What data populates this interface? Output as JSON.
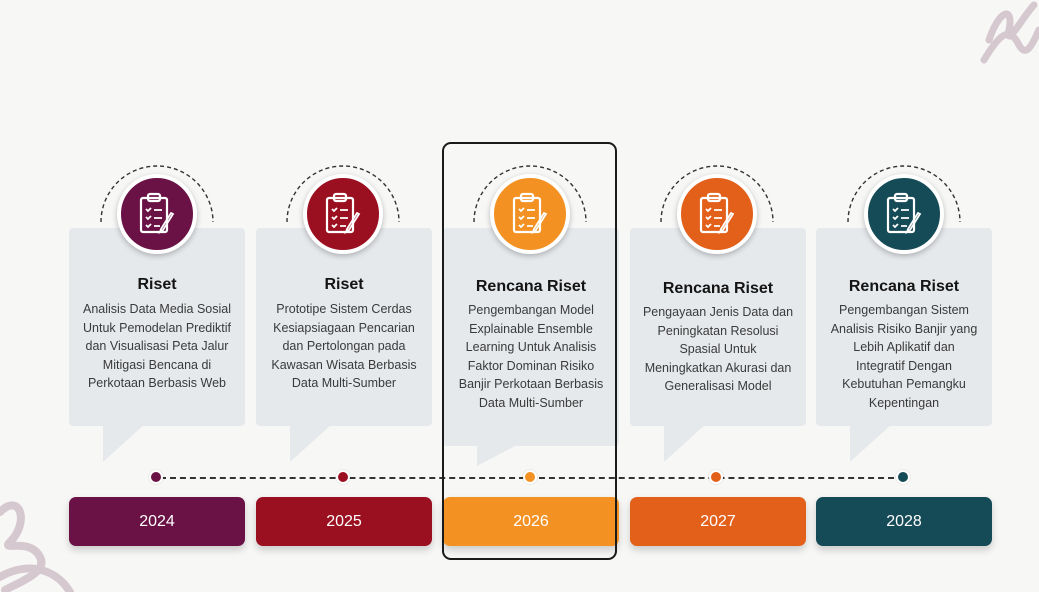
{
  "colors": {
    "c2024": "#6a1245",
    "c2025": "#9b1021",
    "c2026": "#f39122",
    "c2027": "#e2601a",
    "c2028": "#154a57",
    "card_bg": "#e6e9ec"
  },
  "items": [
    {
      "year": "2024",
      "title": "Riset",
      "desc": "Analisis Data Media Sosial Untuk Pemodelan Prediktif dan Visualisasi Peta Jalur Mitigasi Bencana di Perkotaan Berbasis Web",
      "icon": "clipboard-checklist-icon"
    },
    {
      "year": "2025",
      "title": "Riset",
      "desc": "Prototipe Sistem Cerdas Kesiapsiagaan Pencarian dan Pertolongan pada Kawasan Wisata Berbasis Data Multi-Sumber",
      "icon": "clipboard-checklist-icon"
    },
    {
      "year": "2026",
      "title": "Rencana Riset",
      "desc": "Pengembangan Model Explainable Ensemble Learning Untuk Analisis Faktor Dominan Risiko Banjir Perkotaan Berbasis Data Multi-Sumber",
      "icon": "clipboard-checklist-icon"
    },
    {
      "year": "2027",
      "title": "Rencana Riset",
      "desc": "Pengayaan Jenis Data dan Peningkatan Resolusi Spasial Untuk Meningkatkan Akurasi dan Generalisasi Model",
      "icon": "clipboard-checklist-icon"
    },
    {
      "year": "2028",
      "title": "Rencana Riset",
      "desc": "Pengembangan Sistem Analisis Risiko Banjir yang Lebih Aplikatif dan Integratif Dengan Kebutuhan Pemangku Kepentingan",
      "icon": "clipboard-checklist-icon"
    }
  ]
}
